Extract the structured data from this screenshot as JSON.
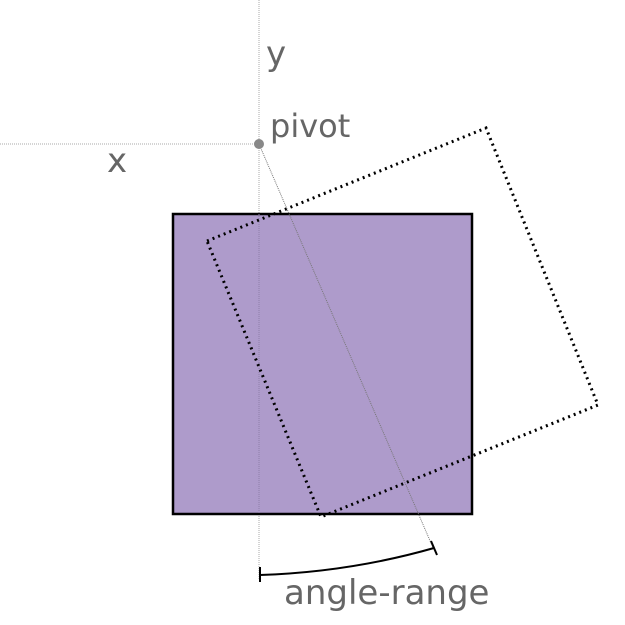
{
  "labels": {
    "y_axis": "y",
    "x_axis": "x",
    "pivot": "pivot",
    "angle_range": "angle-range"
  },
  "colors": {
    "square_fill": "#ae9bcb",
    "square_stroke": "#000000",
    "axis_guide": "#aaaaaa",
    "label_text": "#666666",
    "pivot_dot": "#888888",
    "rotated_outline": "#000000"
  }
}
